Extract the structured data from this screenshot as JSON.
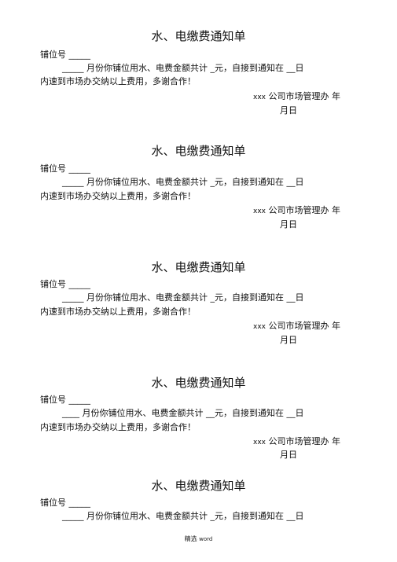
{
  "notices": [
    {
      "title": "水、电缴费通知单",
      "stall_label": "铺位号 _____",
      "body_line1": "_____ 月份你铺位用水、电费金额共计 _元，自接到通知在 __日",
      "body_line2": "内速到市场办交纳以上费用，多谢合作！",
      "sign_prefix": "xxx",
      "sign_text": " 公司市场管理办 年",
      "date_text": "月日"
    },
    {
      "title": "水、电缴费通知单",
      "stall_label": "铺位号 _____",
      "body_line1": "_____ 月份你铺位用水、电费金额共计 _元，自接到通知在 __日",
      "body_line2": "内速到市场办交纳以上费用，多谢合作！",
      "sign_prefix": "xxx",
      "sign_text": " 公司市场管理办 年",
      "date_text": "月日"
    },
    {
      "title": "水、电缴费通知单",
      "stall_label": "铺位号 _____",
      "body_line1": "_____ 月份你铺位用水、电费金额共计 _元，自接到通知在 __日",
      "body_line2": "内速到市场办交纳以上费用，多谢合作！",
      "sign_prefix": "xxx",
      "sign_text": " 公司市场管理办 年",
      "date_text": "月日"
    },
    {
      "title": "水、电缴费通知单",
      "stall_label": "铺位号 _____",
      "body_line1": "____ 月份你铺位用水、电费金额共计 __元，自接到通知在 __日",
      "body_line2": "内速到市场办交纳以上费用，多谢合作！",
      "sign_prefix": "xxx",
      "sign_text": " 公司市场管理办 年",
      "date_text": "月日"
    },
    {
      "title": "水、电缴费通知单",
      "stall_label": "铺位号 _____",
      "body_line1": "_____ 月份你铺位用水、电费金额共计 _元，自接到通知在 __日"
    }
  ],
  "footer": {
    "label": "精选",
    "suffix": "word"
  }
}
